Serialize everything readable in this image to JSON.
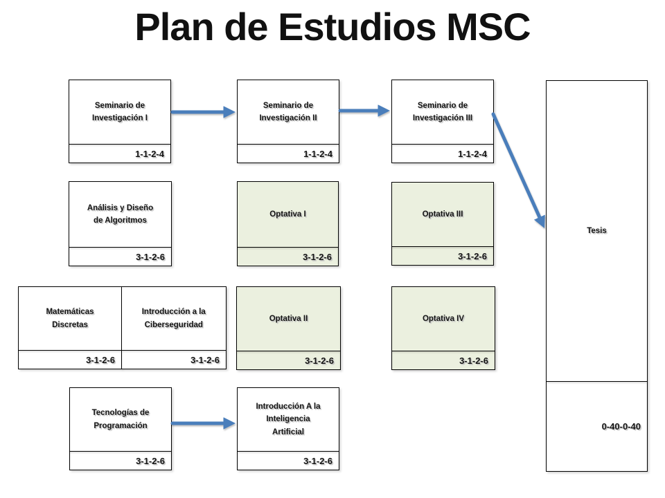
{
  "title": "Plan de Estudios MSC",
  "colors": {
    "arrow_blue": "#4a7ebb",
    "elective_fill": "#ebf0df",
    "standard_fill": "#ffffff",
    "border": "#000000"
  },
  "courses": {
    "seminario1": {
      "name": "Seminario de\nInvestigación I",
      "credits": "1-1-2-4"
    },
    "seminario2": {
      "name": "Seminario de\nInvestigación II",
      "credits": "1-1-2-4"
    },
    "seminario3": {
      "name": "Seminario de\nInvestigación III",
      "credits": "1-1-2-4"
    },
    "analisis": {
      "name": "Análisis y Diseño\nde Algoritmos",
      "credits": "3-1-2-6"
    },
    "optativa1": {
      "name": "Optativa I",
      "credits": "3-1-2-6"
    },
    "optativa3": {
      "name": "Optativa III",
      "credits": "3-1-2-6"
    },
    "matematicas": {
      "name": "Matemáticas\nDiscretas",
      "credits": "3-1-2-6"
    },
    "ciberseguridad": {
      "name": "Introducción a la\nCiberseguridad",
      "credits": "3-1-2-6"
    },
    "optativa2": {
      "name": "Optativa II",
      "credits": "3-1-2-6"
    },
    "optativa4": {
      "name": "Optativa IV",
      "credits": "3-1-2-6"
    },
    "tecnologias": {
      "name": "Tecnologías de\nProgramación",
      "credits": "3-1-2-6"
    },
    "intro_ia": {
      "name": "Introducción A la\nInteligencia\nArtificial",
      "credits": "3-1-2-6"
    },
    "tesis": {
      "name": "Tesis",
      "credits": "0-40-0-40"
    }
  },
  "connections": [
    {
      "from": "Seminario de Investigación I",
      "to": "Seminario de Investigación II"
    },
    {
      "from": "Seminario de Investigación II",
      "to": "Seminario de Investigación III"
    },
    {
      "from": "Seminario de Investigación III",
      "to": "Tesis"
    },
    {
      "from": "Tecnologías de Programación",
      "to": "Introducción A la Inteligencia Artificial"
    }
  ]
}
